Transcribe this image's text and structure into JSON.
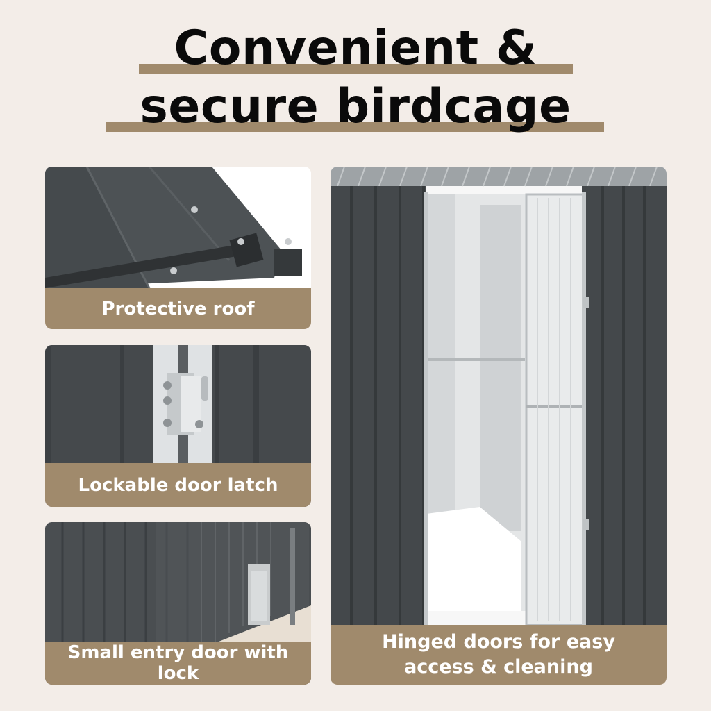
{
  "title": {
    "line1": "Convenient &",
    "line2": "secure birdcage"
  },
  "colors": {
    "background": "#f3ede8",
    "accent": "#a08a6c",
    "panel_dark": "#44484b",
    "caption_text": "#ffffff"
  },
  "features": [
    {
      "caption": "Protective roof",
      "image": "shed-roof-corner-photo"
    },
    {
      "caption": "Lockable door latch",
      "image": "door-latch-hinge-photo"
    },
    {
      "caption": "Small entry door with lock",
      "image": "small-entry-door-photo"
    }
  ],
  "main_feature": {
    "caption_line1": "Hinged doors for easy",
    "caption_line2": "access & cleaning",
    "image": "open-shed-door-photo"
  }
}
